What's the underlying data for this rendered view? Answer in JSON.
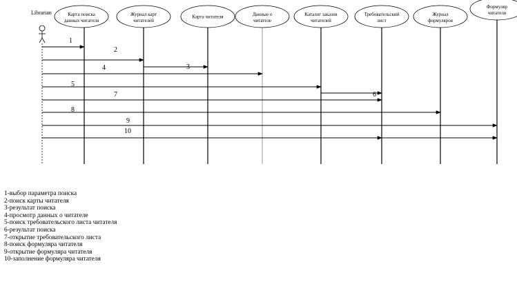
{
  "actor": {
    "label": "Librarian"
  },
  "objects": [
    {
      "label": "Карта поиска данных читателя"
    },
    {
      "label": "Журнал карт читателей"
    },
    {
      "label": "Карта читателя"
    },
    {
      "label": "Данные о читателе"
    },
    {
      "label": "Каталог заказов читателей"
    },
    {
      "label": "Требовательский лист"
    },
    {
      "label": "Журнал формуляров"
    },
    {
      "label": "Формуляр читателя"
    }
  ],
  "messages": [
    {
      "label": "1",
      "from": 0,
      "to": 1
    },
    {
      "label": "2",
      "from": 0,
      "to": 2
    },
    {
      "label": "3",
      "from": 2,
      "to": 3
    },
    {
      "label": "4",
      "from": 0,
      "to": 4
    },
    {
      "label": "5",
      "from": 0,
      "to": 5
    },
    {
      "label": "6",
      "from": 5,
      "to": 6
    },
    {
      "label": "7",
      "from": 0,
      "to": 6
    },
    {
      "label": "8",
      "from": 0,
      "to": 7
    },
    {
      "label": "9",
      "from": 0,
      "to": 8
    },
    {
      "label": "10",
      "from": 0,
      "to": 8
    }
  ],
  "legend": [
    "1-выбор параметра поиска",
    "2-поиск карты читателя",
    "3-результат поиска",
    "4-просмотр данных о читателе",
    "5-поиск требовательского листа читателя",
    "6-результат поиска",
    "7-открытие требовательского листа",
    "8-поиск формуляра читателя",
    "9-открытие формуляра читателя",
    "10-заполнение формуляра читателя"
  ]
}
